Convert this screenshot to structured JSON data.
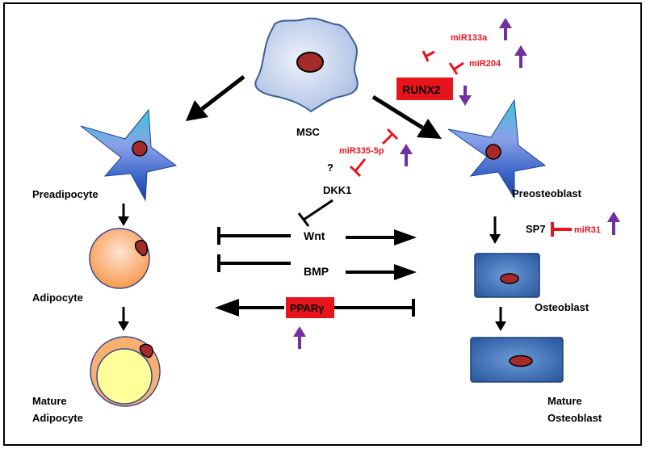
{
  "cells": {
    "msc": "MSC",
    "preadipocyte": "Preadipocyte",
    "adipocyte": "Adipocyte",
    "mature_adipocyte_line1": "Mature",
    "mature_adipocyte_line2": "Adipocyte",
    "preosteoblast": "Preosteoblast",
    "osteoblast": "Osteoblast",
    "mature_osteoblast_line1": "Mature",
    "mature_osteoblast_line2": "Osteoblast"
  },
  "factors": {
    "runx2": "RUNX2",
    "dkk1": "DKK1",
    "wnt": "Wnt",
    "bmp": "BMP",
    "ppar": "PPARγ",
    "sp7": "SP7",
    "unknown": "?"
  },
  "mirnas": {
    "mir133a": "miR133a",
    "mir204": "miR204",
    "mir335": "miR335-5p",
    "mir31": "miR31"
  },
  "colors": {
    "red": "#e8141c",
    "purple": "#7030a0",
    "cell_blue": "#c5d3ec",
    "nucleus": "#a52a2a",
    "osteoblast_blue": "#3b6db3",
    "adipocyte_orange": "#f8a35c",
    "lipid_yellow": "#ffff99"
  }
}
